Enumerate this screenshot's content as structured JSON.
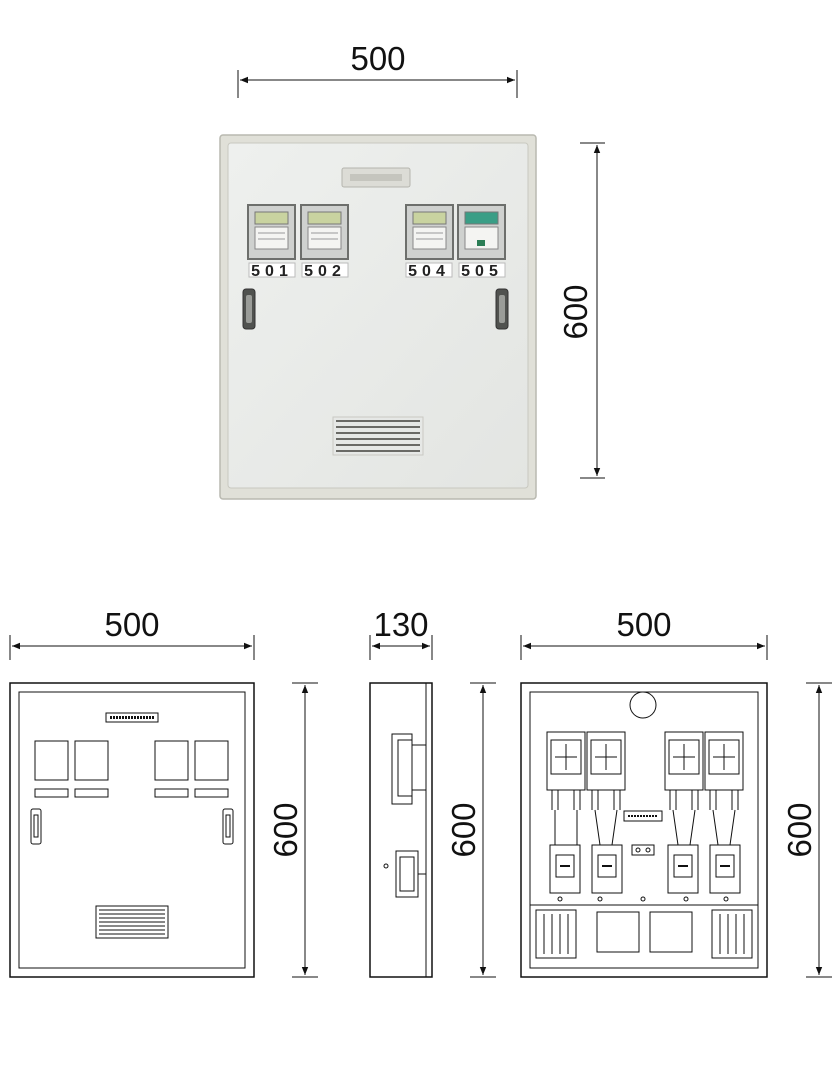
{
  "dimensions": {
    "photo_width": "500",
    "photo_height": "600",
    "front_width": "500",
    "front_height": "600",
    "side_depth": "130",
    "side_height": "600",
    "inner_width": "500",
    "inner_height": "600"
  },
  "unit_labels": [
    "501",
    "502",
    "504",
    "505"
  ],
  "colors": {
    "cabinet_face": "#e9ebe8",
    "cabinet_frame": "#e2e2da",
    "meter_screen": "#c9d3a0",
    "meter_screen_active": "#3a9e86",
    "line": "#111111"
  }
}
